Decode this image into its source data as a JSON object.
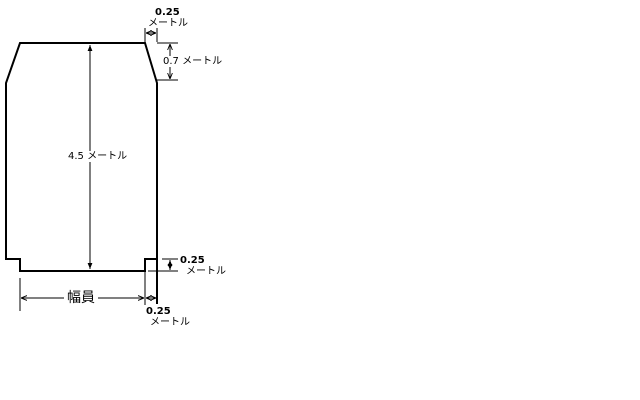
{
  "labels": {
    "top_offset_value": "0.25",
    "top_offset_unit": "メートル",
    "slope_height": "0.7 メートル",
    "total_height": "4.5 メートル",
    "bottom_step_value": "0.25",
    "bottom_step_unit": "メートル",
    "width": "幅員",
    "side_offset_value": "0.25",
    "side_offset_unit": "メートル"
  },
  "colors": {
    "line": "#000000",
    "background": "#ffffff"
  }
}
